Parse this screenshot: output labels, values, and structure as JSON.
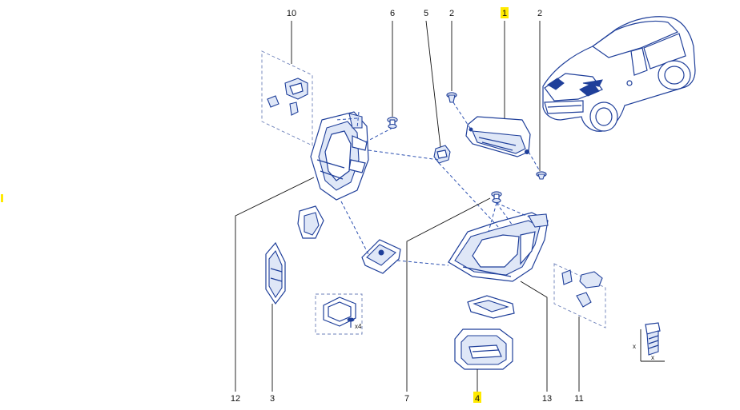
{
  "callouts": [
    {
      "id": "c10",
      "label": "10"
    },
    {
      "id": "c6",
      "label": "6"
    },
    {
      "id": "c5",
      "label": "5"
    },
    {
      "id": "c2a",
      "label": "2"
    },
    {
      "id": "c1",
      "label": "1",
      "highlight": true
    },
    {
      "id": "c2b",
      "label": "2"
    },
    {
      "id": "c12",
      "label": "12"
    },
    {
      "id": "c3",
      "label": "3"
    },
    {
      "id": "c7",
      "label": "7"
    },
    {
      "id": "c4",
      "label": "4",
      "highlight": true
    },
    {
      "id": "c13",
      "label": "13"
    },
    {
      "id": "c11",
      "label": "11"
    }
  ],
  "annotations": {
    "qty": "x4",
    "dim_x": "x"
  },
  "colors": {
    "line": "#1f3f9a",
    "highlight": "#ffea00",
    "text": "#111111"
  }
}
